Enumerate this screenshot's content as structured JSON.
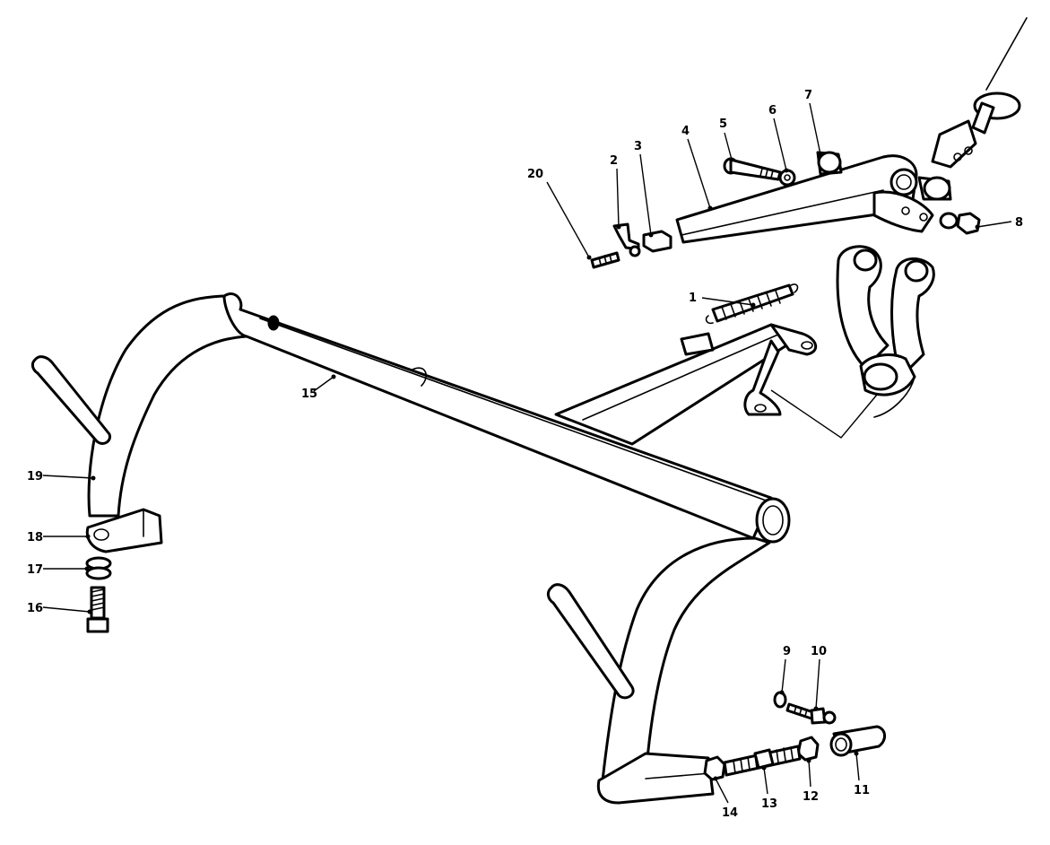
{
  "callouts": [
    {
      "id": "1",
      "text": "1"
    },
    {
      "id": "2",
      "text": "2"
    },
    {
      "id": "3",
      "text": "3"
    },
    {
      "id": "4",
      "text": "4"
    },
    {
      "id": "5",
      "text": "5"
    },
    {
      "id": "6",
      "text": "6"
    },
    {
      "id": "7",
      "text": "7"
    },
    {
      "id": "8",
      "text": "8"
    },
    {
      "id": "9",
      "text": "9"
    },
    {
      "id": "10",
      "text": "10"
    },
    {
      "id": "11",
      "text": "11"
    },
    {
      "id": "12",
      "text": "12"
    },
    {
      "id": "13",
      "text": "13"
    },
    {
      "id": "14",
      "text": "14"
    },
    {
      "id": "15",
      "text": "15"
    },
    {
      "id": "16",
      "text": "16"
    },
    {
      "id": "17",
      "text": "17"
    },
    {
      "id": "18",
      "text": "18"
    },
    {
      "id": "19",
      "text": "19"
    },
    {
      "id": "20",
      "text": "20"
    }
  ],
  "colors": {
    "ink": "#000000",
    "paper": "#ffffff"
  }
}
